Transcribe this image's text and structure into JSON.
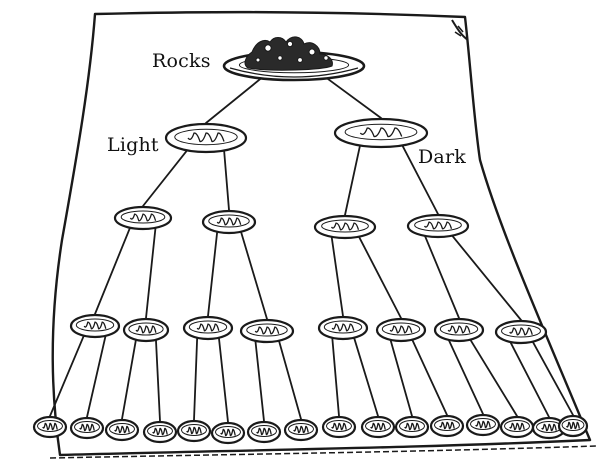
{
  "labels": {
    "root": "Rocks",
    "left_branch": "Light",
    "right_branch": "Dark"
  },
  "colors": {
    "ink": "#1a1a1a",
    "paper": "#ffffff"
  },
  "tree": {
    "levels": [
      1,
      2,
      4,
      8,
      16
    ]
  }
}
